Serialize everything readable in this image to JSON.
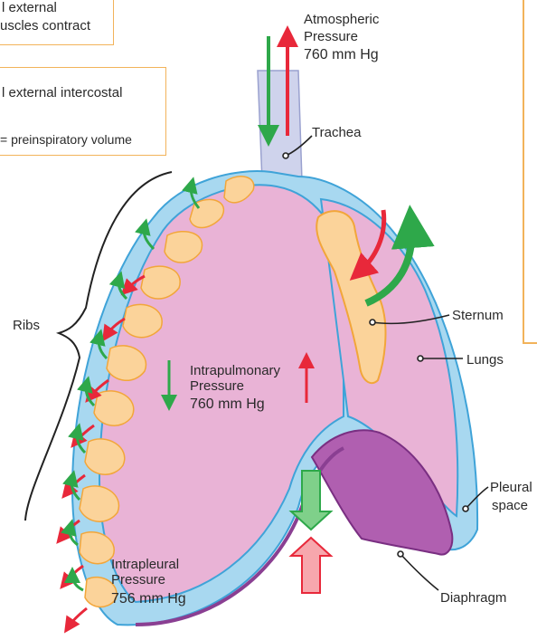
{
  "notes": {
    "line1a": "l external",
    "line1b": "uscles contract",
    "line2": "l external intercostal",
    "line3": "= preinspiratory volume"
  },
  "labels": {
    "atmospheric": [
      "Atmospheric",
      "Pressure",
      "760 mm Hg"
    ],
    "trachea": "Trachea",
    "ribs": "Ribs",
    "sternum": "Sternum",
    "lungs": "Lungs",
    "intrapulmonary": [
      "Intrapulmonary",
      "Pressure",
      "760 mm Hg"
    ],
    "pleural": [
      "Pleural",
      "space"
    ],
    "intrapleural": [
      "Intrapleural",
      "Pressure",
      "756 mm Hg"
    ],
    "diaphragm": "Diaphragm"
  },
  "colors": {
    "lung": "#e9b3d6",
    "pleura": "#a8d8f0",
    "pleura_edge": "#3fa3d8",
    "rib": "#fbd39a",
    "diaphragm": "#b05fb0",
    "arrow_red": "#e8283a",
    "arrow_green": "#2ea84a",
    "trachea": "#cfd3ec"
  }
}
